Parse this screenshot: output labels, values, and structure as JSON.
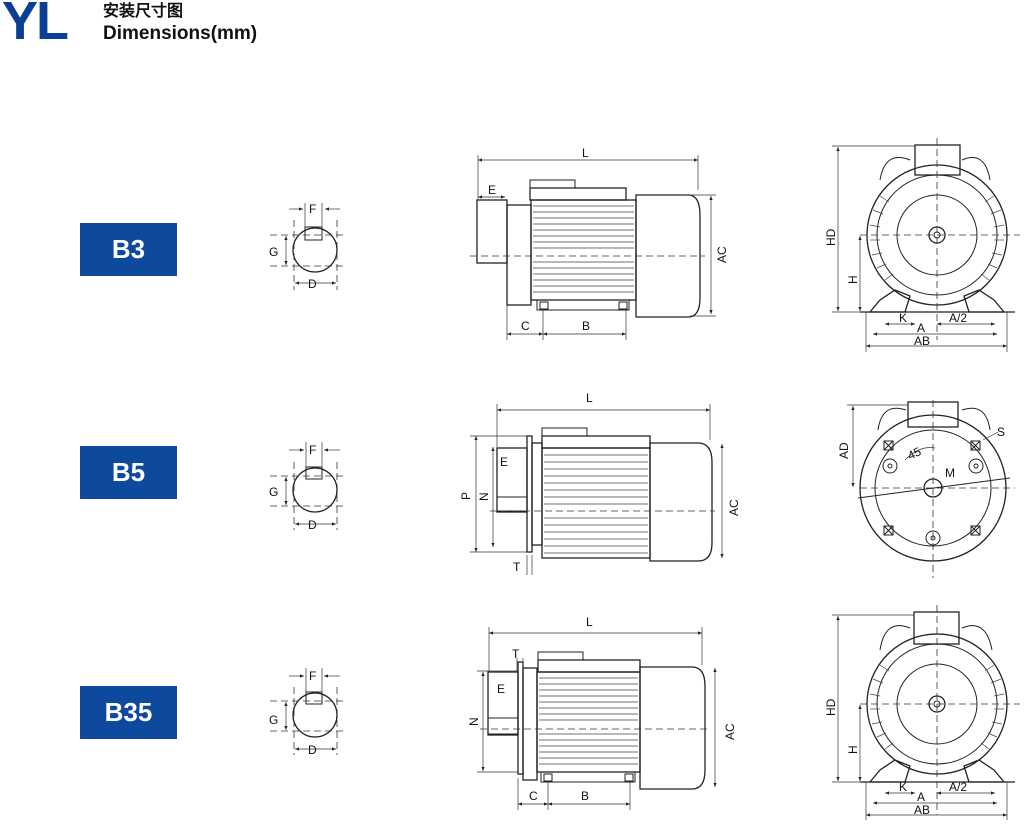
{
  "header": {
    "logo": "YL",
    "title_cn": "安装尺寸图",
    "title_en": "Dimensions(mm)"
  },
  "rows": [
    {
      "badge": "B3",
      "shaft": {
        "f": "F",
        "g": "G",
        "d": "D"
      },
      "side": {
        "l": "L",
        "e": "E",
        "ac": "AC",
        "c": "C",
        "b": "B"
      },
      "end": {
        "hd": "HD",
        "h": "H",
        "k": "K",
        "a": "A",
        "a2": "A/2",
        "ab": "AB"
      }
    },
    {
      "badge": "B5",
      "shaft": {
        "f": "F",
        "g": "G",
        "d": "D"
      },
      "side": {
        "l": "L",
        "e": "E",
        "p": "P",
        "n": "N",
        "t": "T",
        "ac": "AC"
      },
      "end": {
        "ad": "AD",
        "s": "S",
        "m": "M",
        "angle": "45"
      }
    },
    {
      "badge": "B35",
      "shaft": {
        "f": "F",
        "g": "G",
        "d": "D"
      },
      "side": {
        "l": "L",
        "t": "T",
        "e": "E",
        "n": "N",
        "ac": "AC",
        "c": "C",
        "b": "B"
      },
      "end": {
        "hd": "HD",
        "h": "H",
        "k": "K",
        "a": "A",
        "a2": "A/2",
        "ab": "AB"
      }
    }
  ],
  "colors": {
    "brand": "#0a3f93",
    "badge": "#0d4a9e",
    "line": "#222222"
  }
}
